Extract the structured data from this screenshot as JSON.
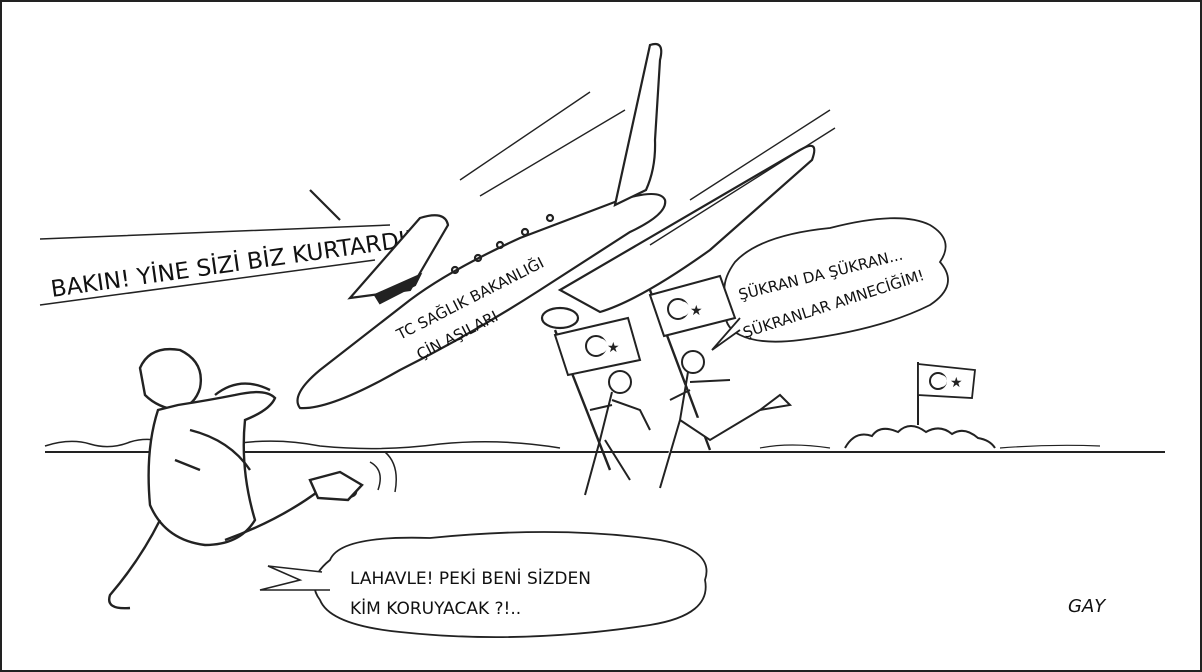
{
  "cartoon": {
    "ink_color": "#111111",
    "paper_color": "#ffffff",
    "banner_text": "BAKIN! YİNE SİZİ BİZ KURTARDIK",
    "plane_text_line1": "TC SAĞLIK BAKANLIĞI",
    "plane_text_line2": "ÇİN AŞILARI",
    "bubble_top_line1": "ŞÜKRAN DA ŞÜKRAN...",
    "bubble_top_line2": "ŞÜKRANLAR AMNECİĞİM!",
    "bubble_bottom_line1": "LAHAVLE! PEKİ BENİ SİZDEN",
    "bubble_bottom_line2": "KİM KORUYACAK ?!..",
    "signature": "GAY",
    "flag_icons": [
      "turkish-flag-icon",
      "turkish-flag-icon",
      "turkish-flag-icon"
    ]
  }
}
